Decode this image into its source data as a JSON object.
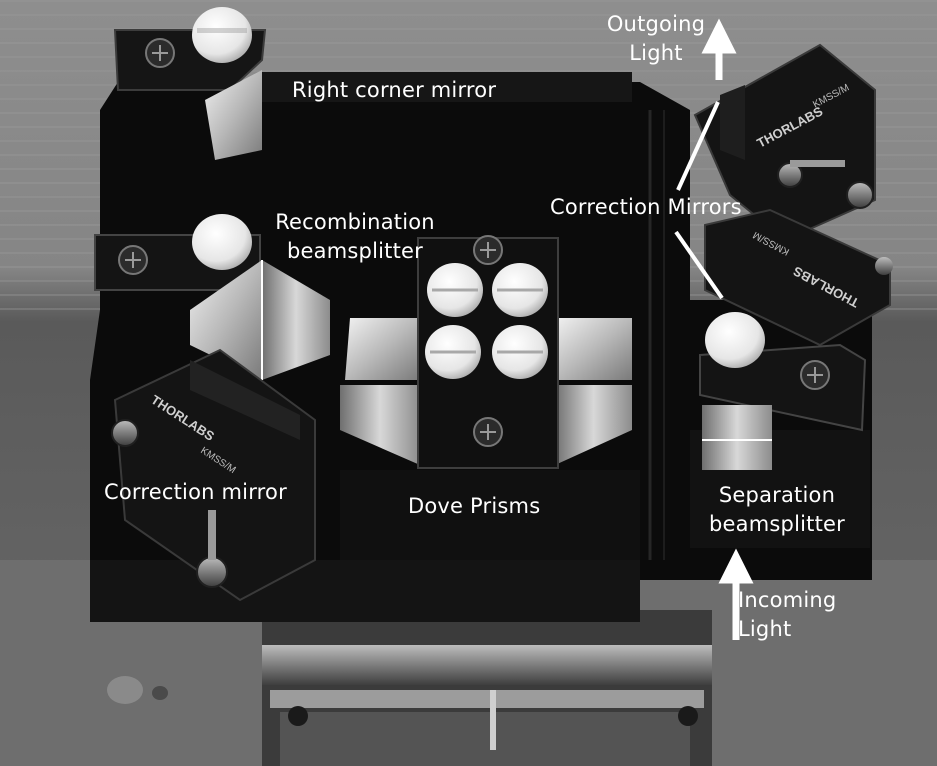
{
  "labels": {
    "outgoing_line1": "Outgoing",
    "outgoing_line2": "Light",
    "right_corner_mirror": "Right corner mirror",
    "correction_mirrors": "Correction Mirrors",
    "recombination_line1": "Recombination",
    "recombination_line2": "beamsplitter",
    "correction_mirror": "Correction mirror",
    "dove_prisms": "Dove Prisms",
    "separation_line1": "Separation",
    "separation_line2": "beamsplitter",
    "incoming_line1": "Incoming",
    "incoming_line2": "Light"
  },
  "engravings": {
    "brand": "THORLABS",
    "model": "KMSS/M"
  },
  "colors": {
    "background_top": "#8c8c8c",
    "background_bottom": "#5e5e5e",
    "breadboard": "#0b0b0b",
    "annotation": "#ffffff"
  }
}
